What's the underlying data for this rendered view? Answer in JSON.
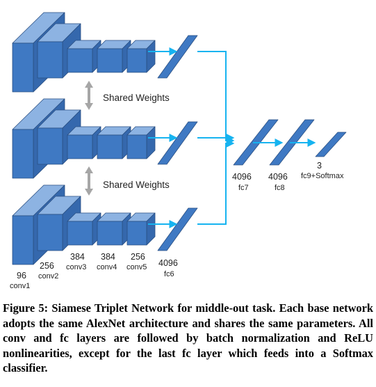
{
  "diagram": {
    "shared_weights_top": "Shared Weights",
    "shared_weights_bottom": "Shared Weights",
    "bottom_branch": {
      "conv1": {
        "size": "96",
        "name": "conv1"
      },
      "conv2": {
        "size": "256",
        "name": "conv2"
      },
      "conv3": {
        "size": "384",
        "name": "conv3"
      },
      "conv4": {
        "size": "384",
        "name": "conv4"
      },
      "conv5": {
        "size": "256",
        "name": "conv5"
      },
      "fc6": {
        "size": "4096",
        "name": "fc6"
      }
    },
    "merged": {
      "fc7": {
        "size": "4096",
        "name": "fc7"
      },
      "fc8": {
        "size": "4096",
        "name": "fc8"
      },
      "fc9": {
        "size": "3",
        "name": "fc9+Softmax"
      }
    },
    "colors": {
      "block_front": "#3f79c3",
      "block_side": "#3568ad",
      "block_top": "#8db3e2",
      "block_edge": "#2a4f82",
      "arrow": "#16b3f0",
      "shared_arrow": "#a6a6a6"
    }
  },
  "caption": {
    "figure_label": "Figure 5:",
    "text": "Siamese Triplet Network for middle-out task. Each base network adopts the same AlexNet architecture and shares the same parameters. All conv and fc layers are followed by batch normalization and ReLU nonlinearities, except for the last fc layer which feeds into a Softmax classifier."
  }
}
